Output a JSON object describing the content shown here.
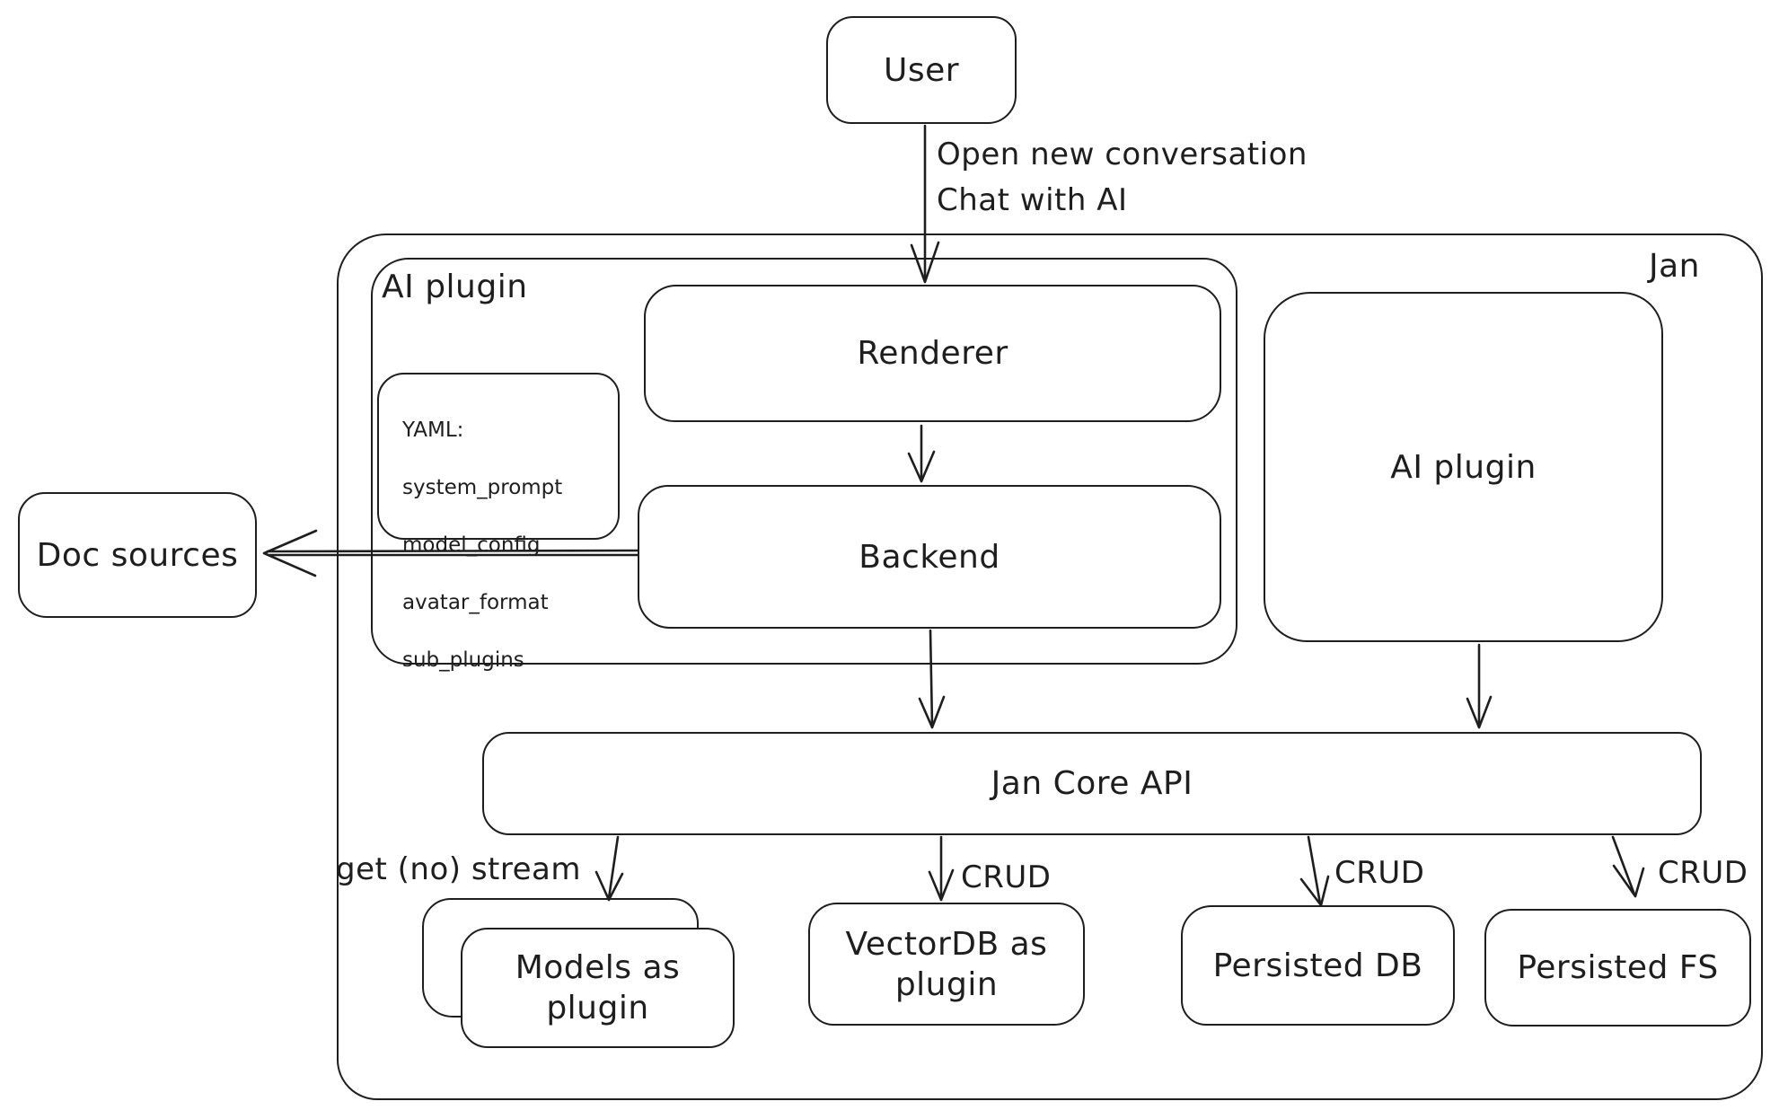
{
  "diagram": {
    "background": "#ffffff",
    "stroke_color": "#1e1e1e",
    "nodes": {
      "user": {
        "label": "User"
      },
      "jan_container": {
        "label": "Jan"
      },
      "ai_plugin_container": {
        "label": "AI plugin"
      },
      "renderer": {
        "label": "Renderer"
      },
      "yaml_note": {
        "lines": [
          "YAML:",
          "system_prompt",
          "model_config",
          "avatar_format",
          "sub_plugins"
        ]
      },
      "backend": {
        "label": "Backend"
      },
      "ai_plugin_right": {
        "label": "AI plugin"
      },
      "jan_core_api": {
        "label": "Jan Core API"
      },
      "doc_sources": {
        "label": "Doc sources"
      },
      "models_as_plugin": {
        "label": "Models as\nplugin"
      },
      "vectordb_as_plugin": {
        "label": "VectorDB as\nplugin"
      },
      "persisted_db": {
        "label": "Persisted DB"
      },
      "persisted_fs": {
        "label": "Persisted FS"
      }
    },
    "edge_labels": {
      "user_to_renderer": [
        "Open new conversation",
        "Chat with AI"
      ],
      "core_to_models": "get (no) stream",
      "core_to_vectordb": "CRUD",
      "core_to_persisted_db": "CRUD",
      "core_to_persisted_fs": "CRUD"
    }
  }
}
